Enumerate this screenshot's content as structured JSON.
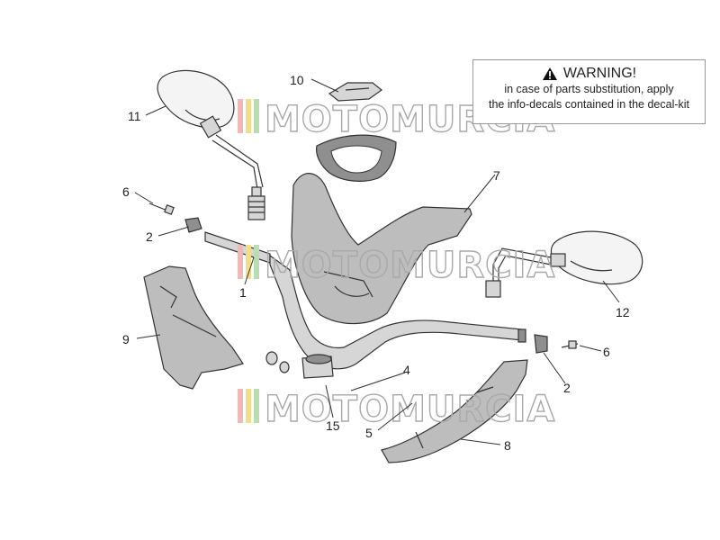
{
  "warning": {
    "title": "WARNING!",
    "line1": "in case of parts substitution, apply",
    "line2": "the info-decals contained in the decal-kit"
  },
  "watermark": {
    "text": "MOTOMURCIA",
    "colors": [
      "#f0b8b4",
      "#f3dd8a",
      "#b9dcb0"
    ]
  },
  "callouts": {
    "c1": "1",
    "c2a": "2",
    "c2b": "2",
    "c4": "4",
    "c5": "5",
    "c6a": "6",
    "c6b": "6",
    "c7": "7",
    "c8": "8",
    "c9": "9",
    "c10": "10",
    "c11": "11",
    "c12": "12",
    "c15": "15"
  }
}
